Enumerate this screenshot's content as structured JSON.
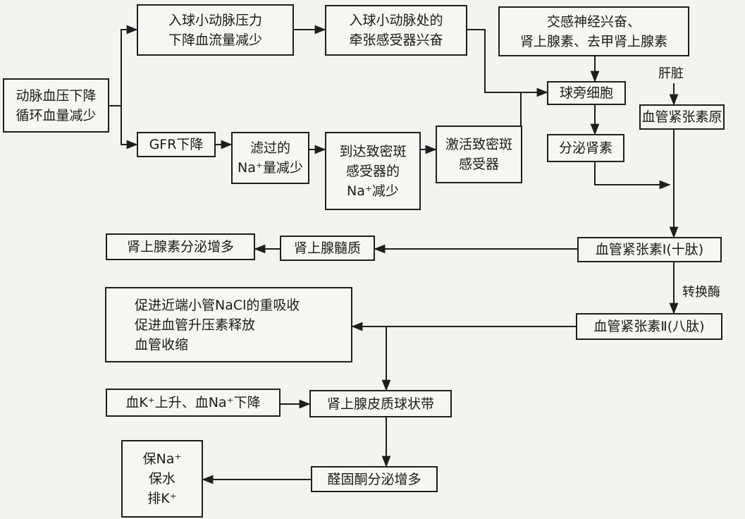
{
  "nodes": {
    "n_bp": [
      "动脉血压下降",
      "循环血量减少"
    ],
    "n_press": [
      "入球小动脉压力",
      "下降血流量减少"
    ],
    "n_stretch": [
      "入球小动脉处的",
      "牵张感受器兴奋"
    ],
    "n_symp": [
      "交感神经兴奋、",
      "肾上腺素、去甲肾上腺素"
    ],
    "n_jg": [
      "球旁细胞"
    ],
    "n_agtgen": [
      "血管紧张素原"
    ],
    "n_gfr": [
      "GFR下降"
    ],
    "n_na": [
      "滤过的",
      "Na⁺量减少"
    ],
    "n_md": [
      "到达致密斑",
      "感受器的",
      "Na⁺减少"
    ],
    "n_act": [
      "激活致密斑",
      "感受器"
    ],
    "n_renin": [
      "分泌肾素"
    ],
    "n_ang1": [
      "血管紧张素Ⅰ(十肽)"
    ],
    "n_med": [
      "肾上腺髓质"
    ],
    "n_adr": [
      "肾上腺素分泌增多"
    ],
    "n_ang2": [
      "血管紧张素Ⅱ(八肽)"
    ],
    "n_effects": [
      "促进近端小管NaCl的重吸收",
      "促进血管升压素释放",
      "血管收缩"
    ],
    "n_k": [
      "血K⁺上升、血Na⁺下降"
    ],
    "n_zg": [
      "肾上腺皮质球状带"
    ],
    "n_ald": [
      "醛固酮分泌增多"
    ],
    "n_out": [
      "保Na⁺",
      "保水",
      "排K⁺"
    ]
  },
  "labels": {
    "liver": "肝脏",
    "converting_enzyme": "转换酶"
  }
}
